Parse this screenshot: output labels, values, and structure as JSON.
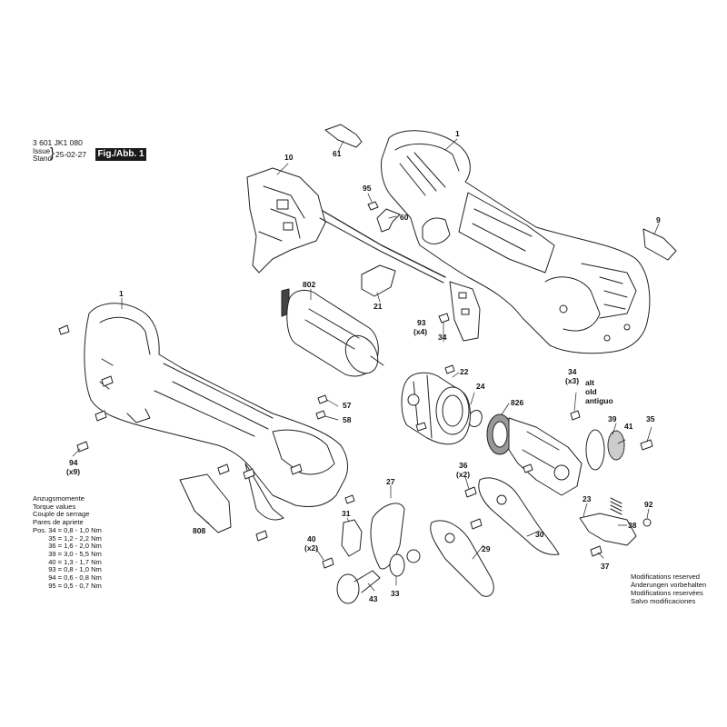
{
  "header": {
    "part_code": "3 601 JK1 080",
    "issue_label": "Issue",
    "stand_label": "Stand",
    "brace": "}",
    "date": "25-02-27",
    "figure_label": "Fig./Abb. 1"
  },
  "torque": {
    "title_lines": [
      "Anzugsmomente",
      "Torque values",
      "Couple de serrage",
      "Pares de apriete"
    ],
    "pos_label": "Pos.",
    "rows": [
      {
        "pos": "34",
        "eq": "=",
        "value": "0,8 - 1,0 Nm"
      },
      {
        "pos": "35",
        "eq": "=",
        "value": "1,2 - 2,2 Nm"
      },
      {
        "pos": "36",
        "eq": "=",
        "value": "1,6 - 2,0 Nm"
      },
      {
        "pos": "39",
        "eq": "=",
        "value": "3,0 - 5,5 Nm"
      },
      {
        "pos": "40",
        "eq": "=",
        "value": "1,3 - 1,7 Nm"
      },
      {
        "pos": "93",
        "eq": "=",
        "value": "0,8 - 1,0 Nm"
      },
      {
        "pos": "94",
        "eq": "=",
        "value": "0,6 - 0,8 Nm"
      },
      {
        "pos": "95",
        "eq": "=",
        "value": "0,5 - 0,7 Nm"
      }
    ]
  },
  "modifications": [
    "Modifications reserved",
    "Änderungen vorbehalten",
    "Modifications reservées",
    "Salvo modificaciones"
  ],
  "alt_note": [
    "alt",
    "old",
    "antiguo"
  ],
  "callouts": {
    "c1_top": "1",
    "c10": "10",
    "c61": "61",
    "c95": "95",
    "c60": "60",
    "c9": "9",
    "c802": "802",
    "c21": "21",
    "c93": "93",
    "c93q": "(x4)",
    "c34a": "34",
    "c1_left": "1",
    "c22": "22",
    "c24": "24",
    "c34b": "34",
    "c34bq": "(x3)",
    "c57": "57",
    "c58": "58",
    "c826": "826",
    "c39": "39",
    "c41": "41",
    "c35": "35",
    "c94": "94",
    "c94q": "(x9)",
    "c36": "36",
    "c36q": "(x2)",
    "c27": "27",
    "c23": "23",
    "c92": "92",
    "c808": "808",
    "c31": "31",
    "c30": "30",
    "c38": "38",
    "c40": "40",
    "c40q": "(x2)",
    "c29": "29",
    "c37": "37",
    "c43": "43",
    "c33": "33"
  },
  "colors": {
    "line": "#222222",
    "fill": "#ffffff",
    "shade": "#d9d9d9",
    "dark": "#1a1a1a"
  }
}
